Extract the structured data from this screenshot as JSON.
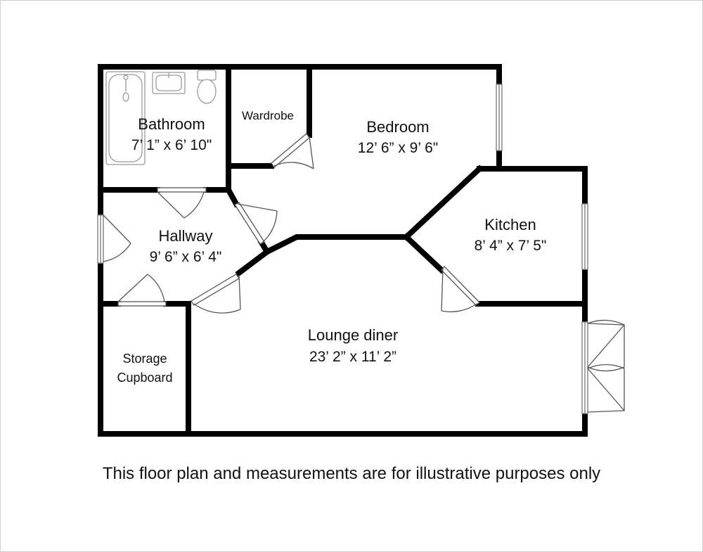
{
  "rooms": {
    "bathroom": {
      "name": "Bathroom",
      "size": "7’ 1” x 6’ 10\""
    },
    "wardrobe": {
      "name": "Wardrobe"
    },
    "bedroom": {
      "name": "Bedroom",
      "size": "12’ 6” x 9’ 6\""
    },
    "hallway": {
      "name": "Hallway",
      "size": "9’ 6” x 6’ 4\""
    },
    "kitchen": {
      "name": "Kitchen",
      "size": "8’ 4” x 7’ 5\""
    },
    "lounge": {
      "name": "Lounge diner",
      "size": "23’ 2” x 11’ 2”"
    },
    "storage": {
      "name_line1": "Storage",
      "name_line2": "Cupboard"
    }
  },
  "disclaimer": "This floor plan and measurements are for illustrative purposes only",
  "colors": {
    "wall": "#000000",
    "fixture_stroke": "#9a9a9a",
    "background": "#ffffff"
  }
}
